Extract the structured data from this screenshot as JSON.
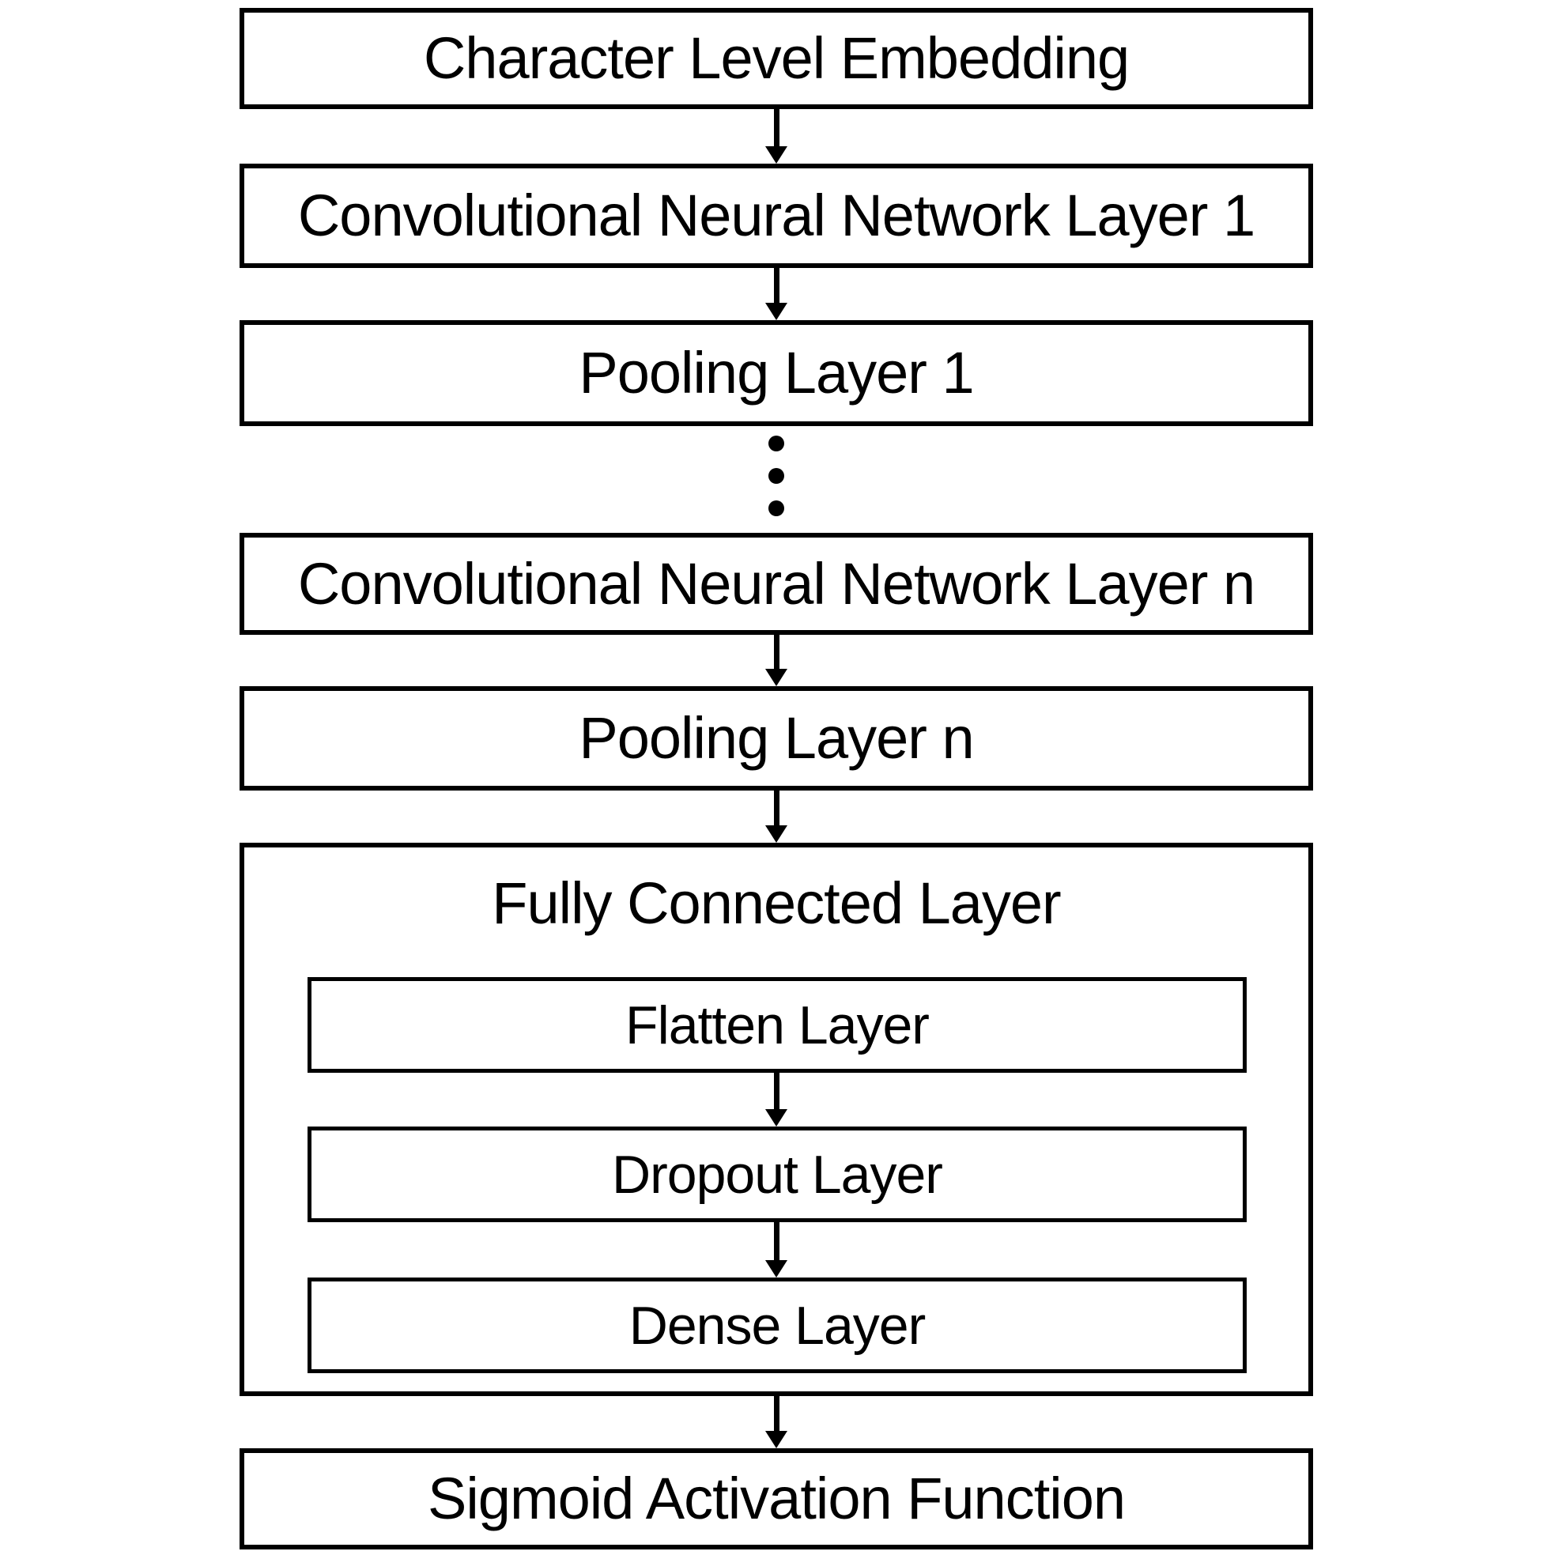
{
  "diagram": {
    "type": "flowchart",
    "description": "Character-level CNN model architecture, top-to-bottom flow",
    "colors": {
      "background": "#ffffff",
      "line": "#000000",
      "text": "#000000"
    },
    "nodes": {
      "embedding": "Character Level Embedding",
      "cnn_layer_1": "Convolutional Neural Network Layer 1",
      "pooling_layer_1": "Pooling Layer 1",
      "ellipsis": "⋮",
      "cnn_layer_n": "Convolutional Neural Network Layer n",
      "pooling_layer_n": "Pooling Layer n",
      "fully_connected_group": "Fully Connected Layer",
      "flatten": "Flatten Layer",
      "dropout": "Dropout Layer",
      "dense": "Dense Layer",
      "sigmoid": "Sigmoid Activation Function"
    },
    "flow_order": [
      "Character Level Embedding",
      "Convolutional Neural Network Layer 1",
      "Pooling Layer 1",
      "…",
      "Convolutional Neural Network Layer n",
      "Pooling Layer n",
      "Fully Connected Layer (Flatten Layer → Dropout Layer → Dense Layer)",
      "Sigmoid Activation Function"
    ]
  }
}
